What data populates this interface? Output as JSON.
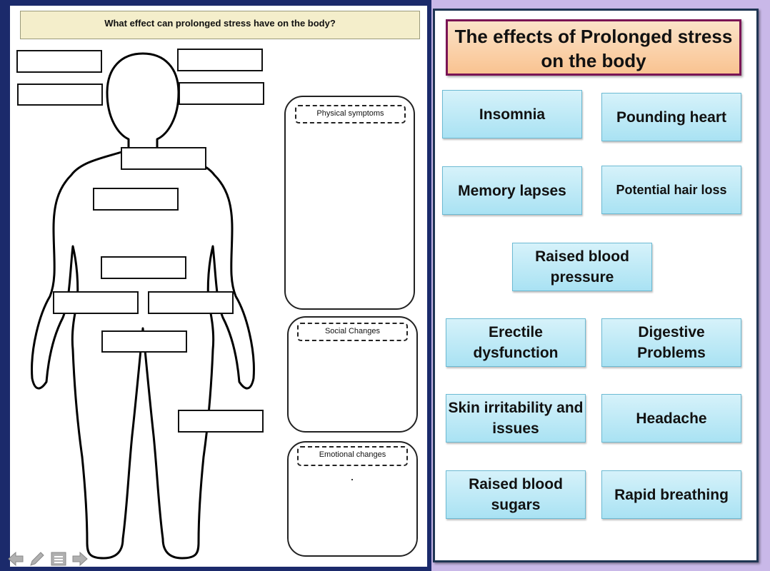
{
  "worksheet": {
    "question": "What effect can prolonged stress have on the body?",
    "categories": [
      {
        "title": "Physical symptoms"
      },
      {
        "title": "Social Changes"
      },
      {
        "title": "Emotional changes"
      }
    ],
    "dot": "."
  },
  "effects_panel": {
    "title": "The effects of Prolonged stress on the body",
    "cards": [
      {
        "label": "Insomnia"
      },
      {
        "label": "Pounding heart"
      },
      {
        "label": "Memory lapses"
      },
      {
        "label": "Potential hair loss"
      },
      {
        "label": "Raised blood pressure"
      },
      {
        "label": "Erectile dysfunction"
      },
      {
        "label": "Digestive Problems"
      },
      {
        "label": "Skin irritability and issues"
      },
      {
        "label": "Headache"
      },
      {
        "label": "Raised blood sugars"
      },
      {
        "label": "Rapid breathing"
      }
    ]
  },
  "nav": {
    "icons": [
      "arrow-left-icon",
      "pen-icon",
      "menu-icon",
      "arrow-right-icon"
    ]
  },
  "colors": {
    "left_frame": "#1b2a6b",
    "background": "#c9b8e8",
    "title_border": "#7a1454",
    "card_fill": "#a9e2f3"
  }
}
